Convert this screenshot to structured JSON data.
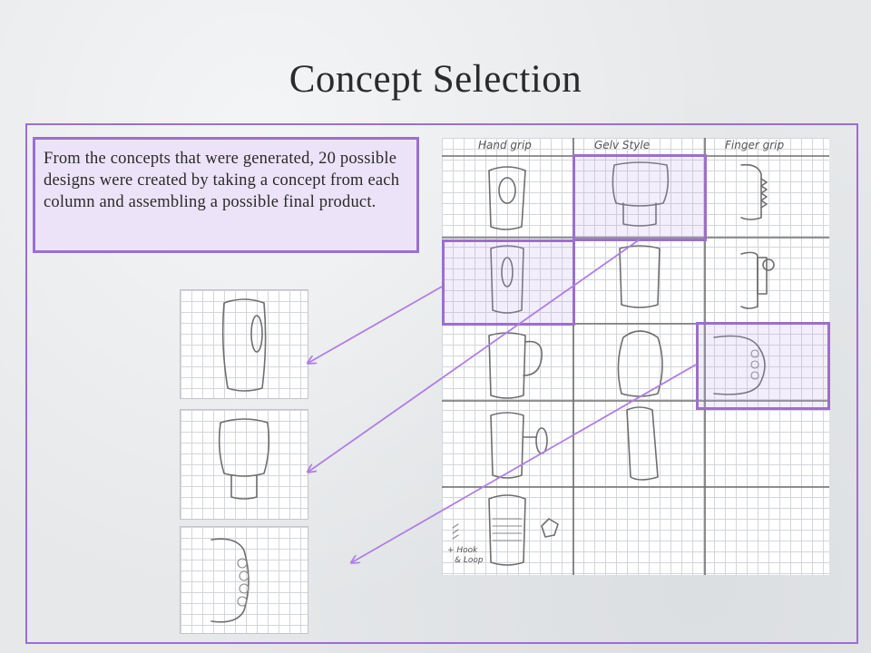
{
  "slide": {
    "title": "Concept Selection",
    "callout_text": "From the concepts that were generated, 20 possible designs were created by taking a concept from each column and assembling a possible final product."
  },
  "sketch_sheet": {
    "column_headers": [
      "Hand grip",
      "Gelv Style",
      "Finger grip"
    ],
    "side_note_lines": [
      "+ Hook",
      "& Loop"
    ]
  },
  "colors": {
    "accent": "#9b6fce",
    "callout_fill": "#ece3f8",
    "background": "#e6e8ea",
    "arrow": "#b07ee6"
  }
}
